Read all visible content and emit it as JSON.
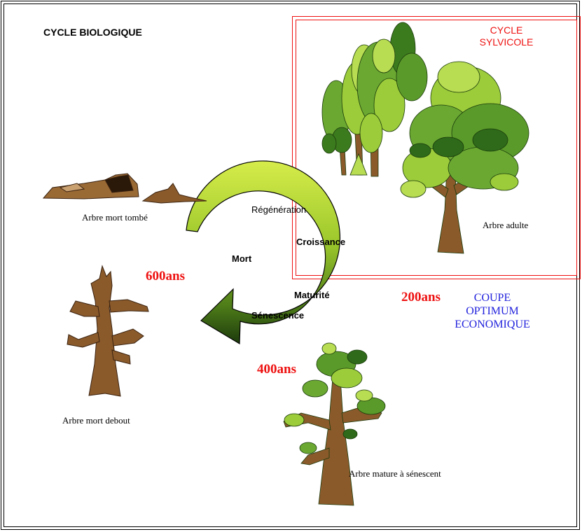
{
  "title": "CYCLE BIOLOGIQUE",
  "sylvicole": [
    "CYCLE",
    "SYLVICOLE"
  ],
  "ages": {
    "a600": "600ans",
    "a200": "200ans",
    "a400": "400ans"
  },
  "coupe": [
    "COUPE",
    "OPTIMUM",
    "ECONOMIQUE"
  ],
  "tree_labels": {
    "mort_tombe": "Arbre mort tombé",
    "adulte": "Arbre adulte",
    "mort_debout": "Arbre mort debout",
    "mature": "Arbre mature à sénescent"
  },
  "stages": {
    "regeneration": "Régénération",
    "croissance": "Croissance",
    "mort": "Mort",
    "maturite": "Maturité",
    "senescence": "Sénescence"
  },
  "colors": {
    "sylvicole_frame": "#ee1111",
    "economic_text": "#2222dd",
    "age_text": "#ee1111",
    "arrow_light": "#c8e040",
    "arrow_dark": "#1c3a0c",
    "trunk": "#8a5a2b",
    "leaf_light": "#9ccc3a",
    "leaf_mid": "#5a9a2a",
    "leaf_dark": "#2e6a1a"
  }
}
